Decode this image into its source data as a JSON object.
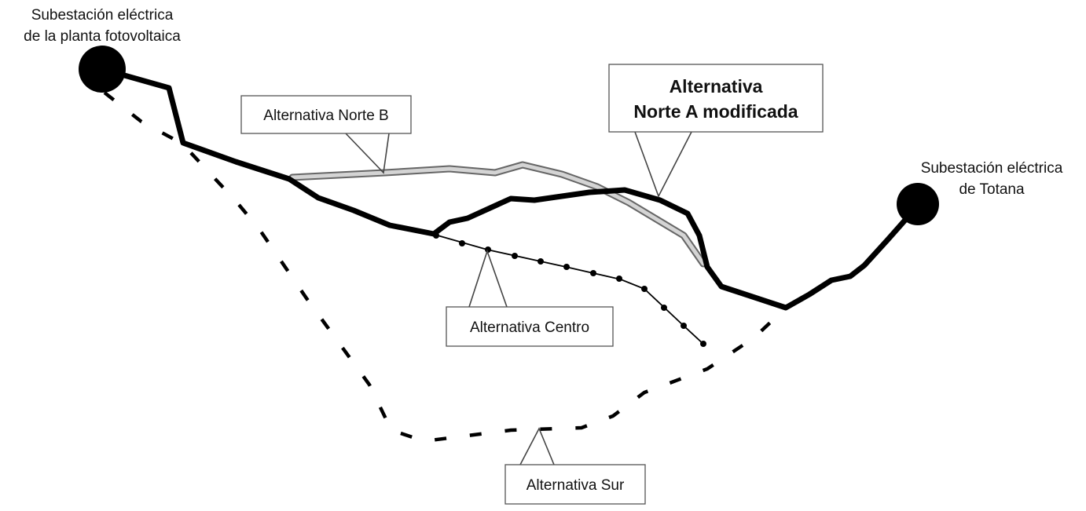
{
  "colors": {
    "route_main": "#000000",
    "route_norte_b_outline": "#666666",
    "route_norte_b_fill": "#d4d4d4",
    "background": "#ffffff"
  },
  "substations": {
    "origin": {
      "line1": "Subestación eléctrica",
      "line2": "de la planta fotovoltaica"
    },
    "destination": {
      "line1": "Subestación eléctrica",
      "line2": "de Totana"
    }
  },
  "routes": {
    "norte_a": {
      "line1": "Alternativa",
      "line2": "Norte A modificada"
    },
    "norte_b": {
      "label": "Alternativa Norte B"
    },
    "centro": {
      "label": "Alternativa Centro"
    },
    "sur": {
      "label": "Alternativa Sur"
    }
  }
}
